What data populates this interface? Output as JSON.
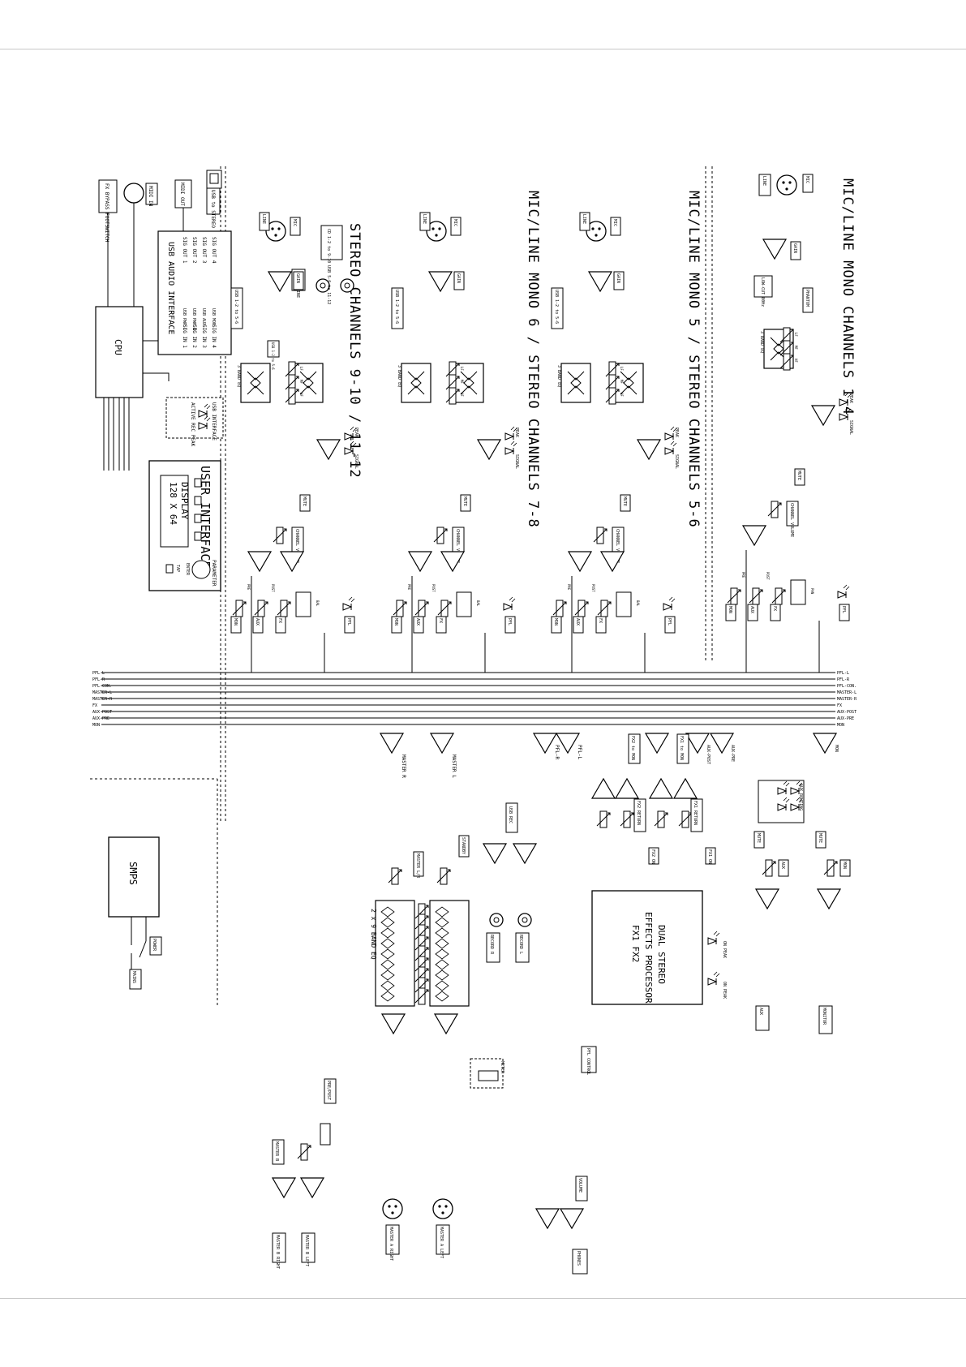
{
  "sections": {
    "mono_1_4": "MIC/LINE MONO CHANNELS 1-4",
    "mono5": "MIC/LINE MONO 5 / STEREO CHANNELS 5-6",
    "mono6": "MIC/LINE MONO 6 / STEREO CHANNELS 7-8",
    "stereo": "STEREO CHANNELS 9-10 / 11-12"
  },
  "usb": {
    "title": "USB AUDIO INTERFACE",
    "to_stereo": "USB to STEREO",
    "outs": [
      "SIG OUT 1",
      "SIG OUT 2",
      "SIG OUT 3",
      "SIG OUT 4"
    ],
    "ins": [
      "SIG IN 1",
      "SIG IN 2",
      "SIG IN 3",
      "SIG IN 4"
    ],
    "right_labels": [
      "USB PWR L",
      "USB PWR R",
      "USB AUX",
      "USB MON"
    ]
  },
  "cpu": "CPU",
  "connectors": {
    "footswitch": "FX BYPASS FOOTSWITCH",
    "midi_in": "MIDI IN",
    "midi_out": "MIDI OUT",
    "usb": "USB B"
  },
  "ui": {
    "title": "USER INTERFACE",
    "display": "DISPLAY",
    "display_res": "128 X 64",
    "parameter": "PARAMETER",
    "enter": "ENTER",
    "tap": "TAP"
  },
  "status": [
    "USB INTERFACE",
    "ACTIVE REC PEAK"
  ],
  "blocks": {
    "eq3": "3 BAND EQ",
    "peak": "PEAK",
    "signal": "SIGNAL",
    "mute": "MUTE",
    "vol": "CHANNEL VOLUME",
    "pfl": "PFL",
    "gain": "GAIN",
    "phantom": "PHANTOM",
    "lowcut": "LOW-CUT 80Hz",
    "mic": "MIC",
    "line": "LINE",
    "mon": "MON",
    "aux": "AUX",
    "fx": "FX",
    "bal": "BAL",
    "pan": "PAN",
    "pre": "PRE",
    "post": "POST",
    "eq_lf": "LF",
    "eq_mf": "MF",
    "eq_hf": "HF",
    "usb12": "USB 1-2 to 5-6",
    "usb34": "USB 3-4 to 7-8",
    "stereo_line": "STEREO LINE",
    "only_stereo": "ONLY STEREO 11-12",
    "cd_note": "CD 1-2 to 9-10 USB 5-6 to 11-12"
  },
  "buses": [
    "PFL-L",
    "PFL-R",
    "PFL-CON.",
    "MASTER-L",
    "MASTER-R",
    "FX",
    "AUX-POST",
    "AUX-PRE",
    "MON"
  ],
  "master": {
    "master_r": "MASTER R",
    "master_l": "MASTER L",
    "pfl_r": "PFL-R",
    "pfl_l": "PFL-L",
    "geq": "2 x 9 BAND EQ",
    "master_lr": "MASTER L/R",
    "standby": "STANDBY",
    "rec_l": "RECORD L",
    "rec_r": "RECORD R",
    "meter": "METER",
    "pfl_control": "PFL CONTROL",
    "volume": "VOLUME",
    "phones": "PHONES",
    "master_b": "MASTER B",
    "master_b_left": "MASTER B LEFT",
    "master_b_right": "MASTER B RIGHT",
    "master_a_right": "MASTER A RIGHT",
    "master_a_left": "MASTER A LEFT",
    "pre_post": "PRE/POST",
    "usb_rec": "USB REC"
  },
  "fx": {
    "processor": [
      "DUAL STEREO",
      "EFFECTS PROCESSOR",
      "FX1 FX2"
    ],
    "fx1_to_mon": "FX1 to MON",
    "fx2_to_mon": "FX2 to MON",
    "fx1_return": "FX1 RETURN",
    "fx2_return": "FX2 RETURN",
    "fx1_on": "FX1 ON",
    "fx2_on": "FX2 ON",
    "aux_post": "AUX-POST",
    "aux_pre": "AUX-PRE",
    "aux_routing": "AUX ROUTING",
    "mon": "MON",
    "aux": "AUX",
    "monitor": "MONITOR",
    "aux_out": "AUX",
    "peak1": "ON PEAK",
    "peak2": "ON PEAK"
  },
  "smps": {
    "title": "SMPS",
    "power": "POWER",
    "mains": "MAINS"
  }
}
